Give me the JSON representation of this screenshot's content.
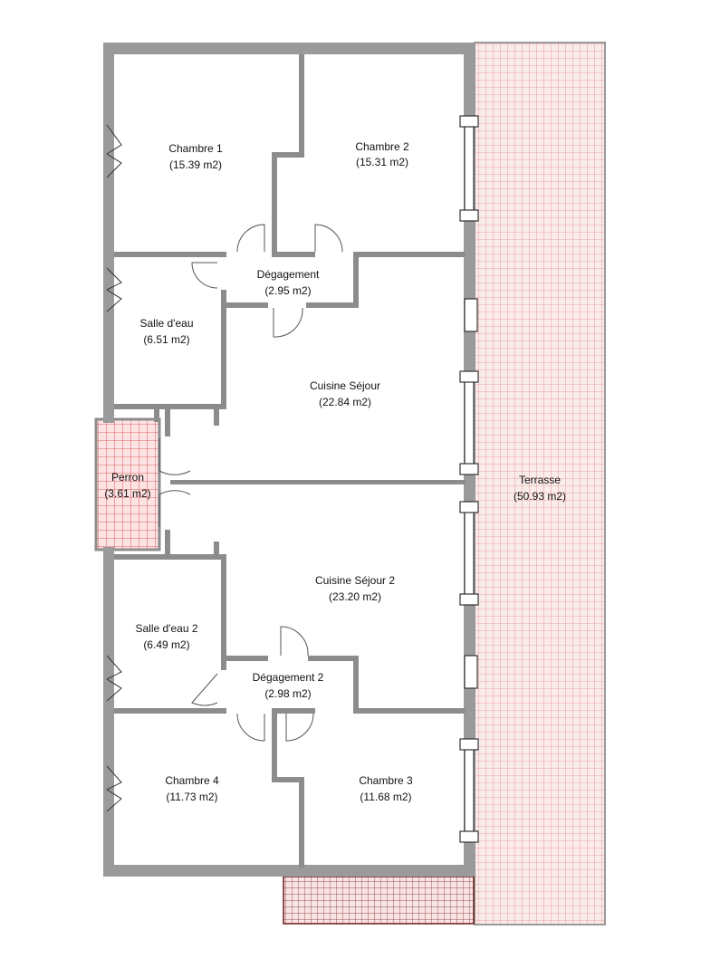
{
  "rooms": [
    {
      "name": "Chambre 1",
      "area": "(15.39 m2)"
    },
    {
      "name": "Chambre 2",
      "area": "(15.31 m2)"
    },
    {
      "name": "Dégagement",
      "area": "(2.95 m2)"
    },
    {
      "name": "Salle d'eau",
      "area": "(6.51 m2)"
    },
    {
      "name": "Cuisine Séjour",
      "area": "(22.84 m2)"
    },
    {
      "name": "Perron",
      "area": "(3.61 m2)"
    },
    {
      "name": "Terrasse",
      "area": "(50.93 m2)"
    },
    {
      "name": "Cuisine Séjour 2",
      "area": "(23.20 m2)"
    },
    {
      "name": "Salle d'eau 2",
      "area": "(6.49 m2)"
    },
    {
      "name": "Dégagement 2",
      "area": "(2.98 m2)"
    },
    {
      "name": "Chambre 4",
      "area": "(11.73 m2)"
    },
    {
      "name": "Chambre 3",
      "area": "(11.68 m2)"
    }
  ],
  "colors": {
    "wall": "#8c8c8c",
    "terrace_grid": "#e05050",
    "terrace_fill": "#fbe9e9",
    "perron_grid": "#d04040",
    "balcony_grid": "#8a1a1a"
  }
}
